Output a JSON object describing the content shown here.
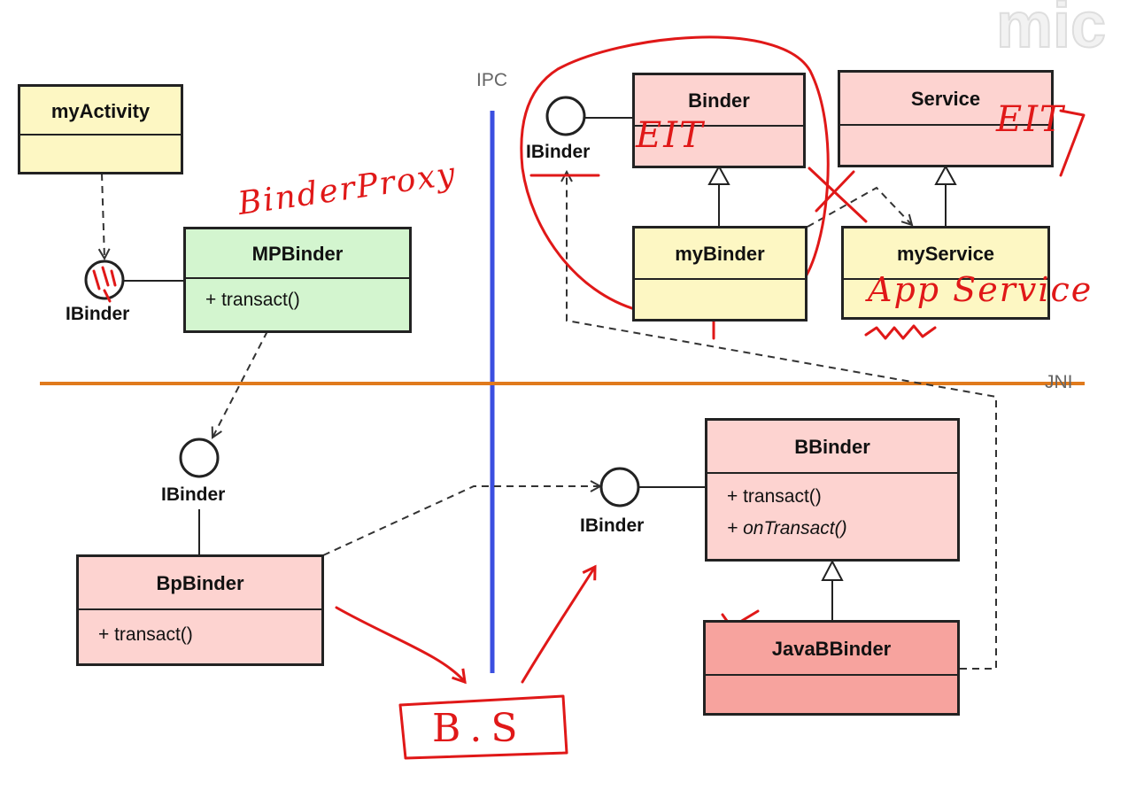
{
  "diagram": {
    "watermark": "mic",
    "boundary_labels": {
      "ipc": "IPC",
      "jni": "JNI"
    },
    "interface_label": "IBinder",
    "classes": {
      "my_activity": {
        "name": "myActivity"
      },
      "mp_binder": {
        "name": "MPBinder",
        "methods": [
          "+ transact()"
        ]
      },
      "binder": {
        "name": "Binder"
      },
      "service": {
        "name": "Service"
      },
      "my_binder": {
        "name": "myBinder"
      },
      "my_service": {
        "name": "myService"
      },
      "bp_binder": {
        "name": "BpBinder",
        "methods": [
          "+ transact()"
        ]
      },
      "b_binder": {
        "name": "BBinder",
        "methods": [
          "+ transact()",
          "+ onTransact()"
        ]
      },
      "java_b_binder": {
        "name": "JavaBBinder"
      }
    },
    "handwritten": {
      "binder_proxy": "BinderProxy",
      "eit_binder": "EIT",
      "eit_service": "EIT",
      "app_service": "App Service",
      "bs": "B.S"
    },
    "colors": {
      "yellow": "#fdf7c3",
      "green": "#d3f5cf",
      "pink": "#fdd3d0",
      "deep_pink": "#f7a39e",
      "ipc_line": "#3b4fe0",
      "jni_line": "#e07a1c",
      "annotation": "#e01818"
    }
  }
}
